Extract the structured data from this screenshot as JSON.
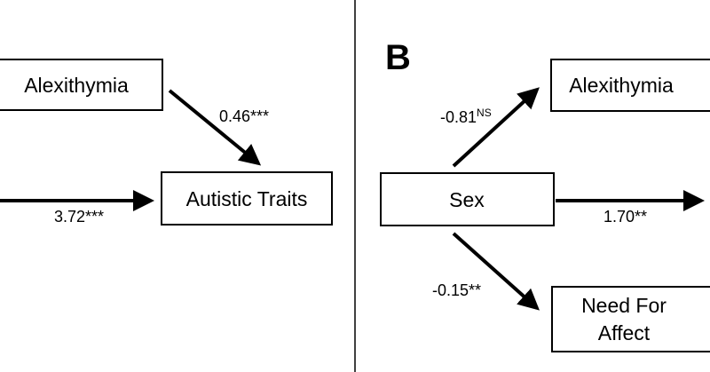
{
  "panel_b": {
    "letter": "B"
  },
  "panel_a": {
    "nodes": {
      "alexithymia": "Alexithymia",
      "autistic_traits": "Autistic Traits"
    },
    "paths": {
      "alexithymia_to_autistic": "0.46***",
      "left_to_autistic": "3.72***"
    }
  },
  "panel_b_content": {
    "nodes": {
      "sex": "Sex",
      "alexithymia": "Alexithymia",
      "need_for_affect_line1": "Need For",
      "need_for_affect_line2": "Affect"
    },
    "paths": {
      "sex_to_alexithymia": {
        "value": "-0.81",
        "sup": "NS"
      },
      "sex_to_right": "1.70**",
      "sex_to_need_for_affect": "-0.15**"
    }
  }
}
